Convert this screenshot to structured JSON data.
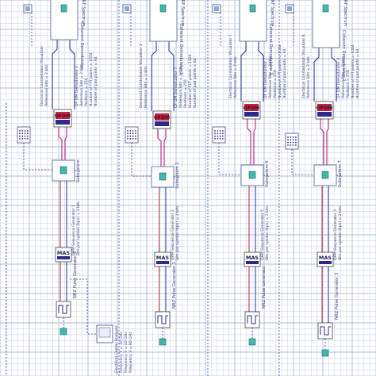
{
  "colors": {
    "grid_minor": "#c9d6ea",
    "grid_major": "#a9bcd8",
    "block_fill": "#ffffff",
    "block_stroke": "#6b7fa8",
    "wire_blue": "#2b2b9a",
    "wire_red": "#b0203a",
    "wire_magenta": "#c0308a",
    "dashed": "#3a3aa0",
    "icon_cyan": "#3fb8b0"
  },
  "columns": [
    {
      "rf_spectrum": "RF Spectrum",
      "coherent": "Coherent Demodulator",
      "demod_params": [
        "QF QM Demodulator 1",
        "Reference Bits = 2 bits",
        "Positions = 256",
        "Number of FFT points = 1024",
        "Number of pad points = 64"
      ],
      "demod_title": "OFDM",
      "constellation": [
        "Electrical Constellation Visualizer",
        "Reference Bits = 2 bits"
      ],
      "subsystem": "Subsystem",
      "qam_params": [
        "QAM Sequence Generator 1",
        "Bits per symbol (bps) = 2 bits"
      ],
      "qam_tag": "MAS",
      "nrz": "NRZ Pulse Generator 2",
      "carrier": [
        "Electrical Carrier Analyzer",
        "Frequency 1 = 10 GHz",
        "Frequency 2 = 40 GHz",
        "Frequency 3 = 80 GHz"
      ]
    },
    {
      "rf_spectrum": "RF Spectrum",
      "coherent": "Coherent Demodulator 1",
      "demod_params": [
        "QF QM Demodulator 7",
        "Reference Bits = 2 bits",
        "Positions = 256",
        "Number of FFT points = 1024",
        "Number of pad points = 64"
      ],
      "demod_title": "OFDM",
      "constellation": [
        "Electrical Constellation Visualizer 1",
        "Reference Bits = 2 bits"
      ],
      "subsystem": "Subsystem 1",
      "qam_params": [
        "QAM Sequence Generator 2",
        "Bits per symbol (bps) = 2 bits"
      ],
      "qam_tag": "MAS",
      "nrz": "NRZ Pulse Generator 1"
    },
    {
      "rf_spectrum": "RF Spectrum",
      "coherent": "Coherent Demodulator 3",
      "demod_params": [
        "QF QM Demodulator 7",
        "Reference Bits = 2 bits",
        "Positions = 256",
        "Number of FFT points = 1024",
        "Number of pad points = 64"
      ],
      "demod_title": "OFDM",
      "constellation": [
        "Electrical Constellation Visualizer 7",
        "Reference Bits = 2 bits"
      ],
      "subsystem": "Subsystem 6",
      "qam_params": [
        "QAM Sequence Generator 5",
        "Bits per symbol (bps) = 2 bits"
      ],
      "qam_tag": "MAS",
      "nrz": "NRZ Pulse Generator"
    },
    {
      "rf_spectrum": "RF Spectrum",
      "coherent": "Coherent Demodulator 2",
      "demod_params": [
        "QF QM Demodulator 2",
        "Reference Bits = 2 bits",
        "Positions = 256",
        "Number of FFT points = 1024",
        "Number of pad points = 64"
      ],
      "demod_title": "OFDM",
      "constellation": [
        "Electrical Constellation Visualizer 8",
        "Reference Bits = 2 bits"
      ],
      "subsystem": "Subsystem 7",
      "qam_params": [
        "QAM Sequence Generator 3",
        "Bits per symbol (bps) = 2 bits"
      ],
      "qam_tag": "MAS",
      "nrz": "NRZ Pulse Generator 3"
    }
  ]
}
